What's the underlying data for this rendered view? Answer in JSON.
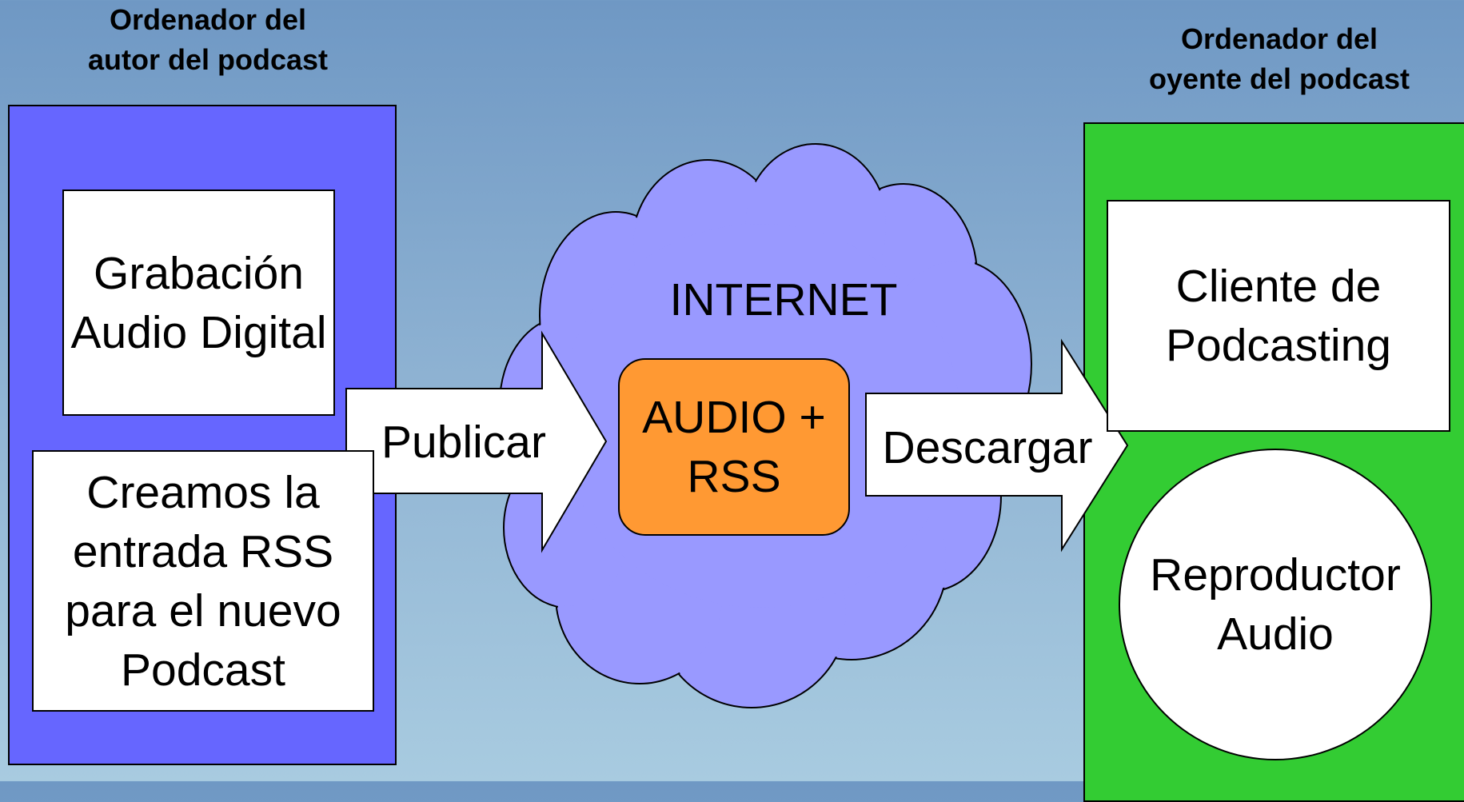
{
  "author_header": {
    "line1": "Ordenador del",
    "line2": "autor del podcast"
  },
  "listener_header": {
    "line1": "Ordenador del",
    "line2": "oyente del podcast"
  },
  "recording_box": {
    "line1": "Grabación",
    "line2": "Audio",
    "line3": "Digital"
  },
  "rss_box": {
    "line1": "Creamos la",
    "line2": "entrada RSS",
    "line3": "para el nuevo",
    "line4": "Podcast"
  },
  "cloud": {
    "label": "INTERNET"
  },
  "payload_box": {
    "line1": "AUDIO",
    "line2": "+",
    "line3": "RSS"
  },
  "publish_arrow": {
    "label": "Publicar"
  },
  "download_arrow": {
    "label": "Descargar"
  },
  "client_box": {
    "line1": "Cliente de",
    "line2": "Podcasting"
  },
  "player_circle": {
    "line1": "Reproductor",
    "line2": "Audio"
  },
  "colors": {
    "author_panel": "#6666ff",
    "listener_panel": "#33cc33",
    "cloud": "#9999ff",
    "payload": "#ff9933",
    "background_top": "#6f98c4",
    "background_bottom": "#a8cbe0"
  }
}
